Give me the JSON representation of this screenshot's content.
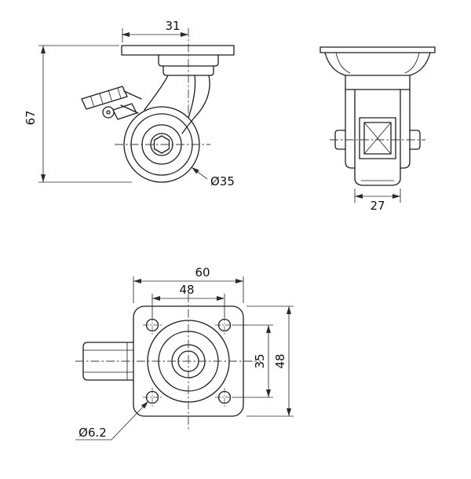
{
  "views": {
    "side": {
      "dim_top_width": "31",
      "dim_height": "67",
      "dim_wheel_diameter": "Ø35"
    },
    "front": {
      "dim_wheel_width": "27"
    },
    "plan": {
      "dim_plate_width": "60",
      "dim_hole_spacing_h": "48",
      "dim_hole_spacing_v": "35",
      "dim_plate_height": "48",
      "dim_hole_diameter": "Ø6.2"
    }
  }
}
